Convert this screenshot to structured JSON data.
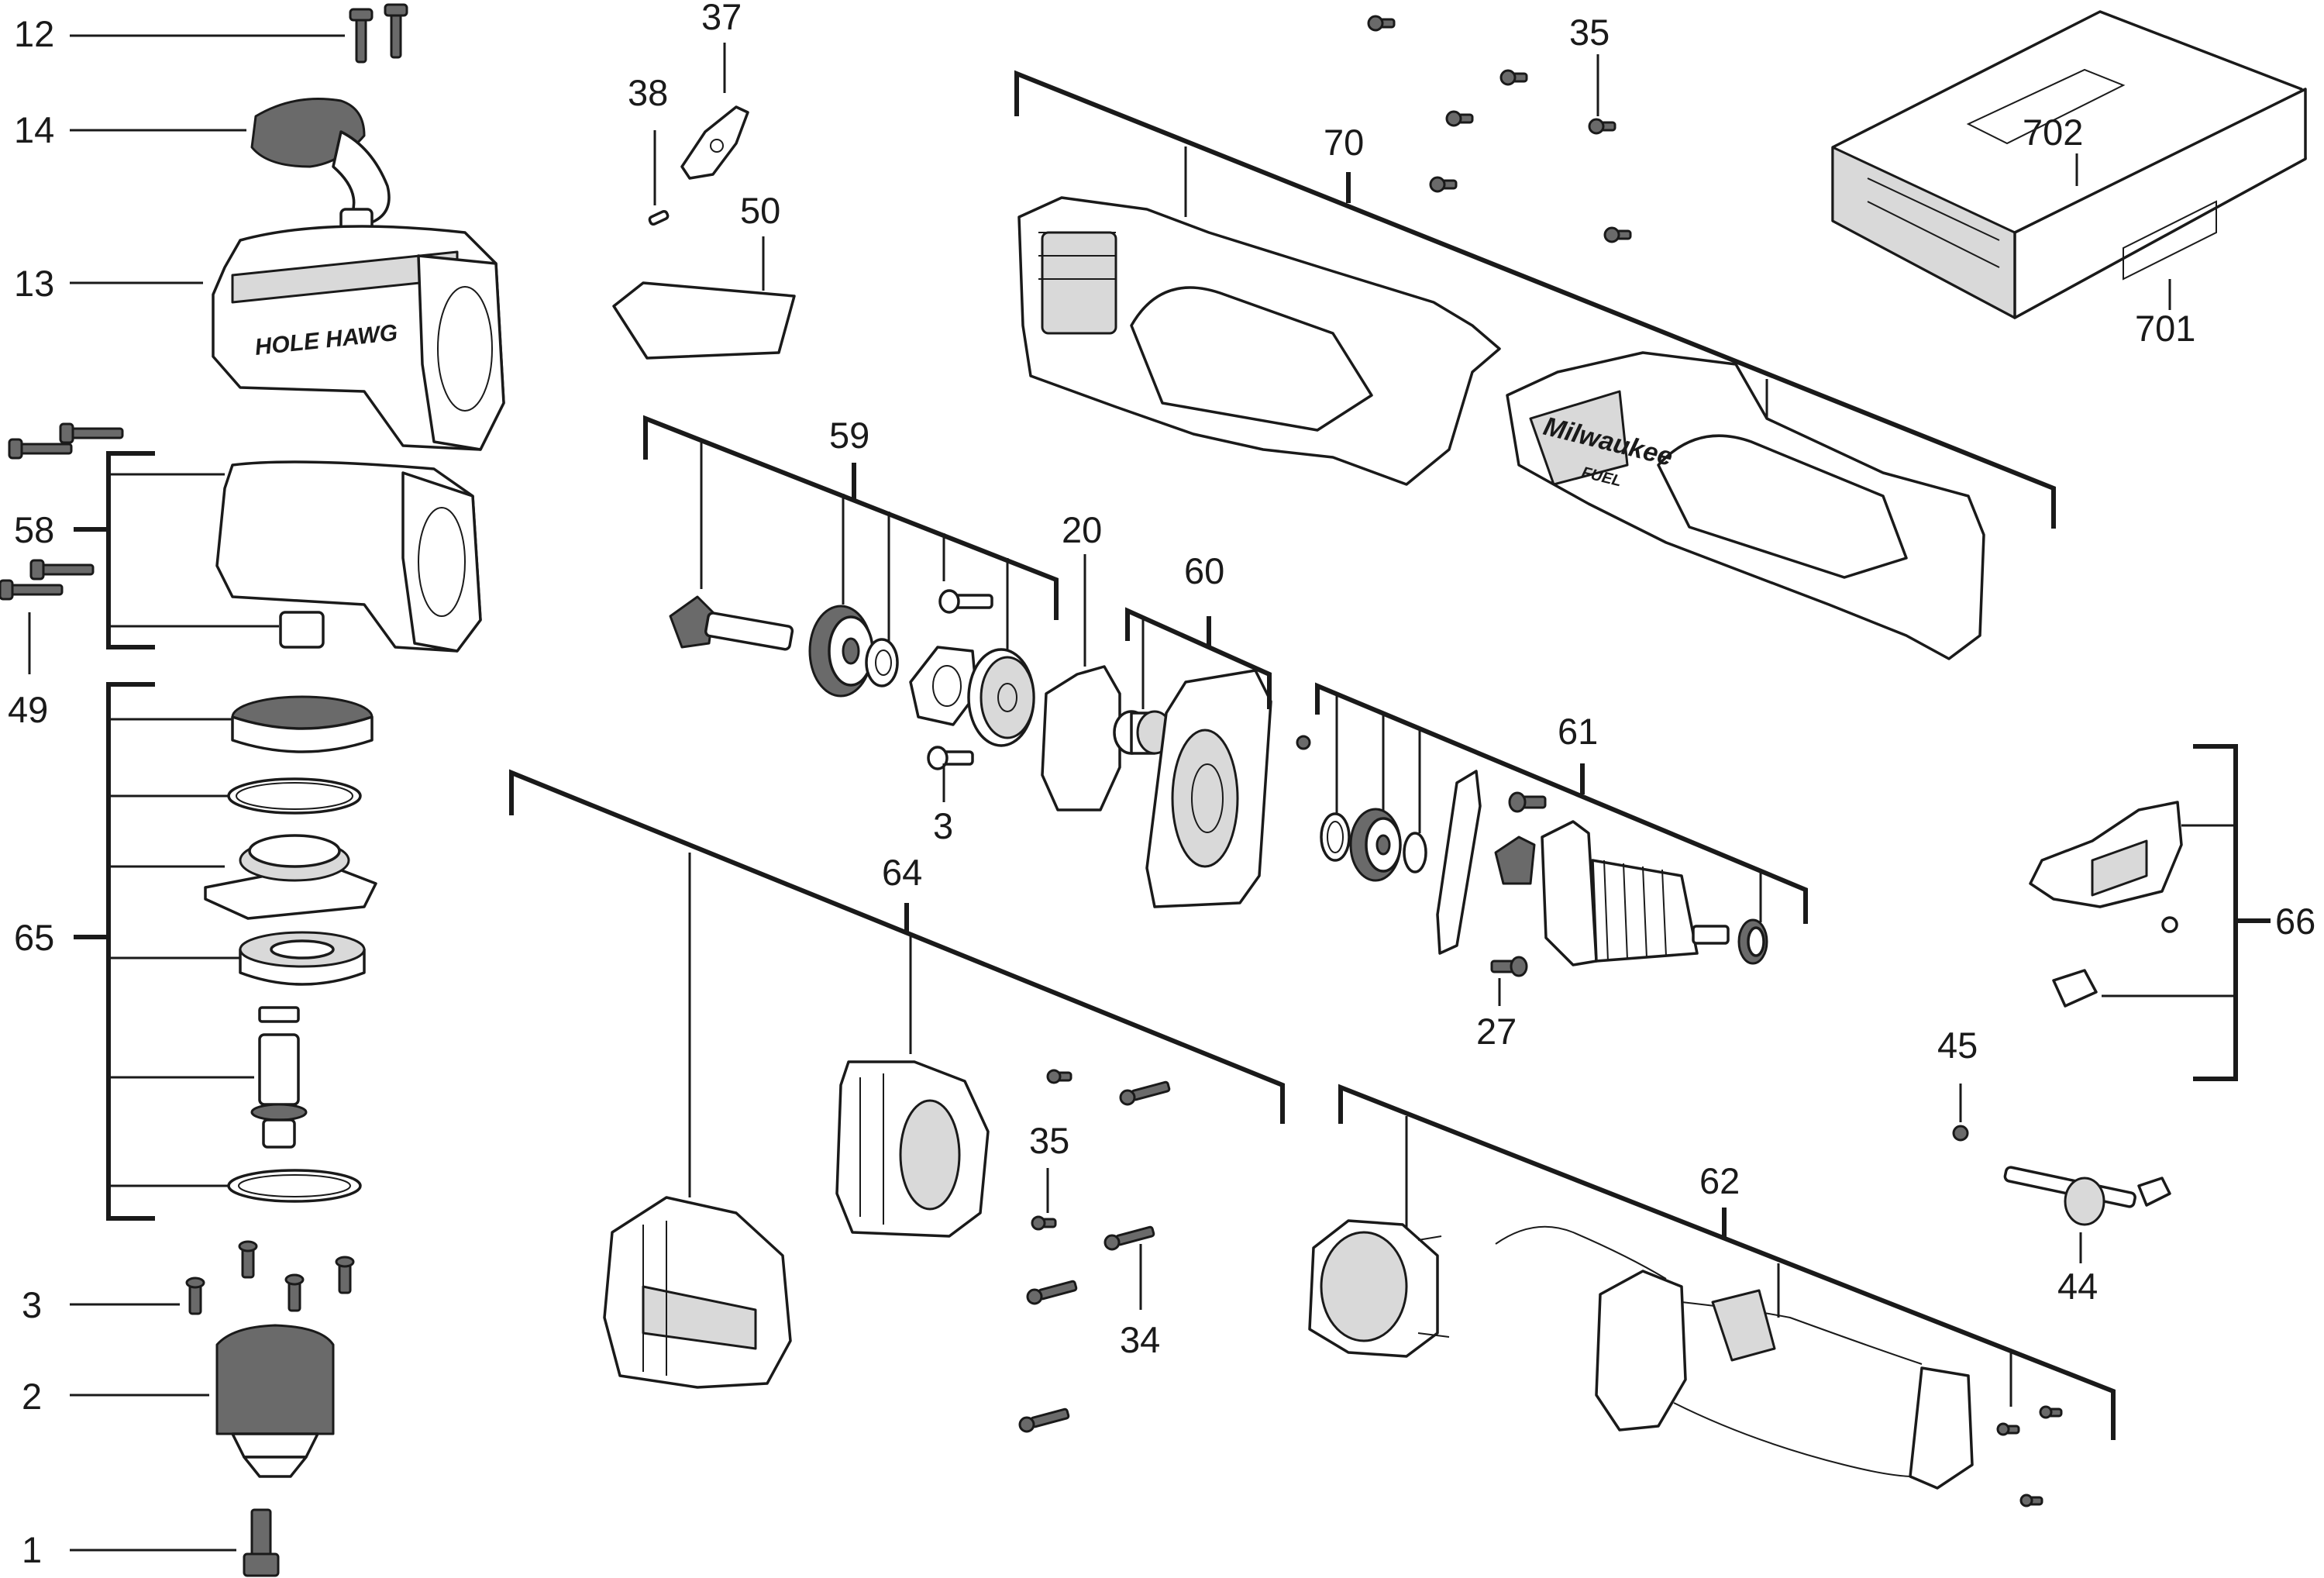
{
  "labels": {
    "p1": "1",
    "p2": "2",
    "p3a": "3",
    "p3b": "3",
    "p12": "12",
    "p13": "13",
    "p14": "14",
    "p20": "20",
    "p27": "27",
    "p34": "34",
    "p35a": "35",
    "p35b": "35",
    "p37": "37",
    "p38": "38",
    "p44": "44",
    "p45": "45",
    "p49": "49",
    "p50": "50",
    "p58": "58",
    "p59": "59",
    "p60": "60",
    "p61": "61",
    "p62": "62",
    "p64": "64",
    "p65": "65",
    "p66": "66",
    "p70": "70",
    "p701": "701",
    "p702": "702"
  },
  "markings": {
    "housing_brand": "HOLE HAWG",
    "handle_brand": "Milwaukee",
    "handle_sub": "FUEL"
  }
}
